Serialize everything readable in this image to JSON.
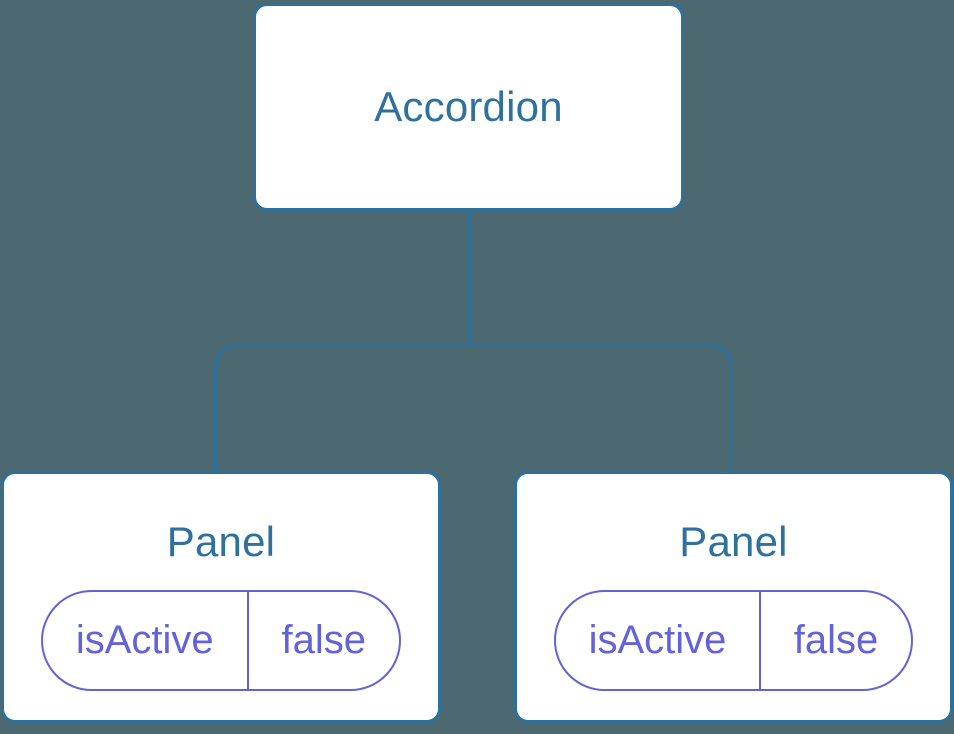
{
  "colors": {
    "background": "#4C6871",
    "node_fill": "#FFFFFF",
    "node_stroke": "#2C709C",
    "title_text": "#2E719E",
    "state_stroke": "#6262DB",
    "state_text": "#6262DB"
  },
  "tree": {
    "root": {
      "label": "Accordion"
    },
    "children": [
      {
        "label": "Panel",
        "state": {
          "key": "isActive",
          "value": "false"
        }
      },
      {
        "label": "Panel",
        "state": {
          "key": "isActive",
          "value": "false"
        }
      }
    ]
  }
}
